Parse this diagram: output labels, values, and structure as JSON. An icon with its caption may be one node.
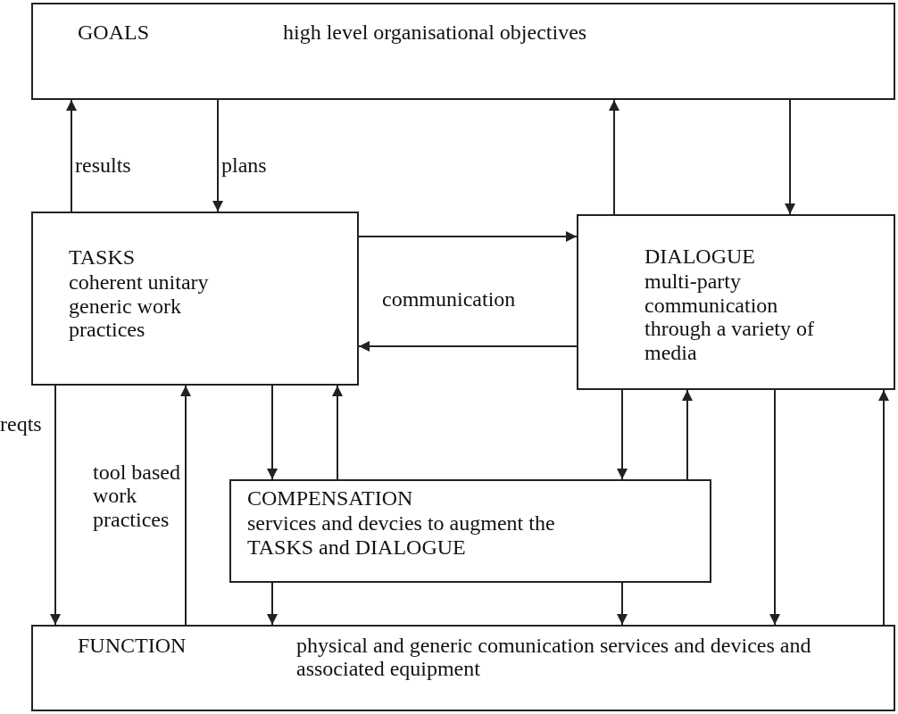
{
  "diagram": {
    "nodes": [
      {
        "text": [
          "GOALS",
          "high level organisational objectives"
        ]
      },
      {
        "text": [
          "TASKS",
          "coherent unitary generic work practices"
        ]
      },
      {
        "text": [
          "DIALOGUE",
          "multi-party communication through a variety of media"
        ]
      },
      {
        "text": [
          "COMPENSATION",
          "services and devcies to augment the TASKS and DIALOGUE"
        ]
      },
      {
        "text": [
          "FUNCTION",
          "physical and generic comunication services and devices and associated equipment"
        ]
      }
    ],
    "edges": [
      {
        "from": 1,
        "to": 0,
        "arrow": "to",
        "label": "results"
      },
      {
        "from": 0,
        "to": 1,
        "arrow": "to",
        "label": "plans"
      },
      {
        "from": 1,
        "to": 2,
        "arrow": "to"
      },
      {
        "from": 2,
        "to": 1,
        "arrow": "to"
      },
      {
        "from": 2,
        "to": 0,
        "arrow": "to"
      },
      {
        "from": 0,
        "to": 2,
        "arrow": "to"
      },
      {
        "from": 1,
        "to": 4,
        "arrow": "to",
        "label": "reqts"
      },
      {
        "from": 4,
        "to": 1,
        "arrow": "to",
        "label": "tool based work practices"
      },
      {
        "from": 1,
        "to": 3,
        "arrow": "to"
      },
      {
        "from": 3,
        "to": 1,
        "arrow": "to"
      },
      {
        "from": 2,
        "to": 3,
        "arrow": "to"
      },
      {
        "from": 3,
        "to": 2,
        "arrow": "to"
      },
      {
        "from": 3,
        "to": 4,
        "arrow": "to"
      },
      {
        "from": 3,
        "to": 4,
        "arrow": "to"
      },
      {
        "from": 2,
        "to": 4,
        "arrow": "to"
      },
      {
        "from": 4,
        "to": 2,
        "arrow": "to"
      }
    ],
    "labels": [
      "communication"
    ]
  }
}
